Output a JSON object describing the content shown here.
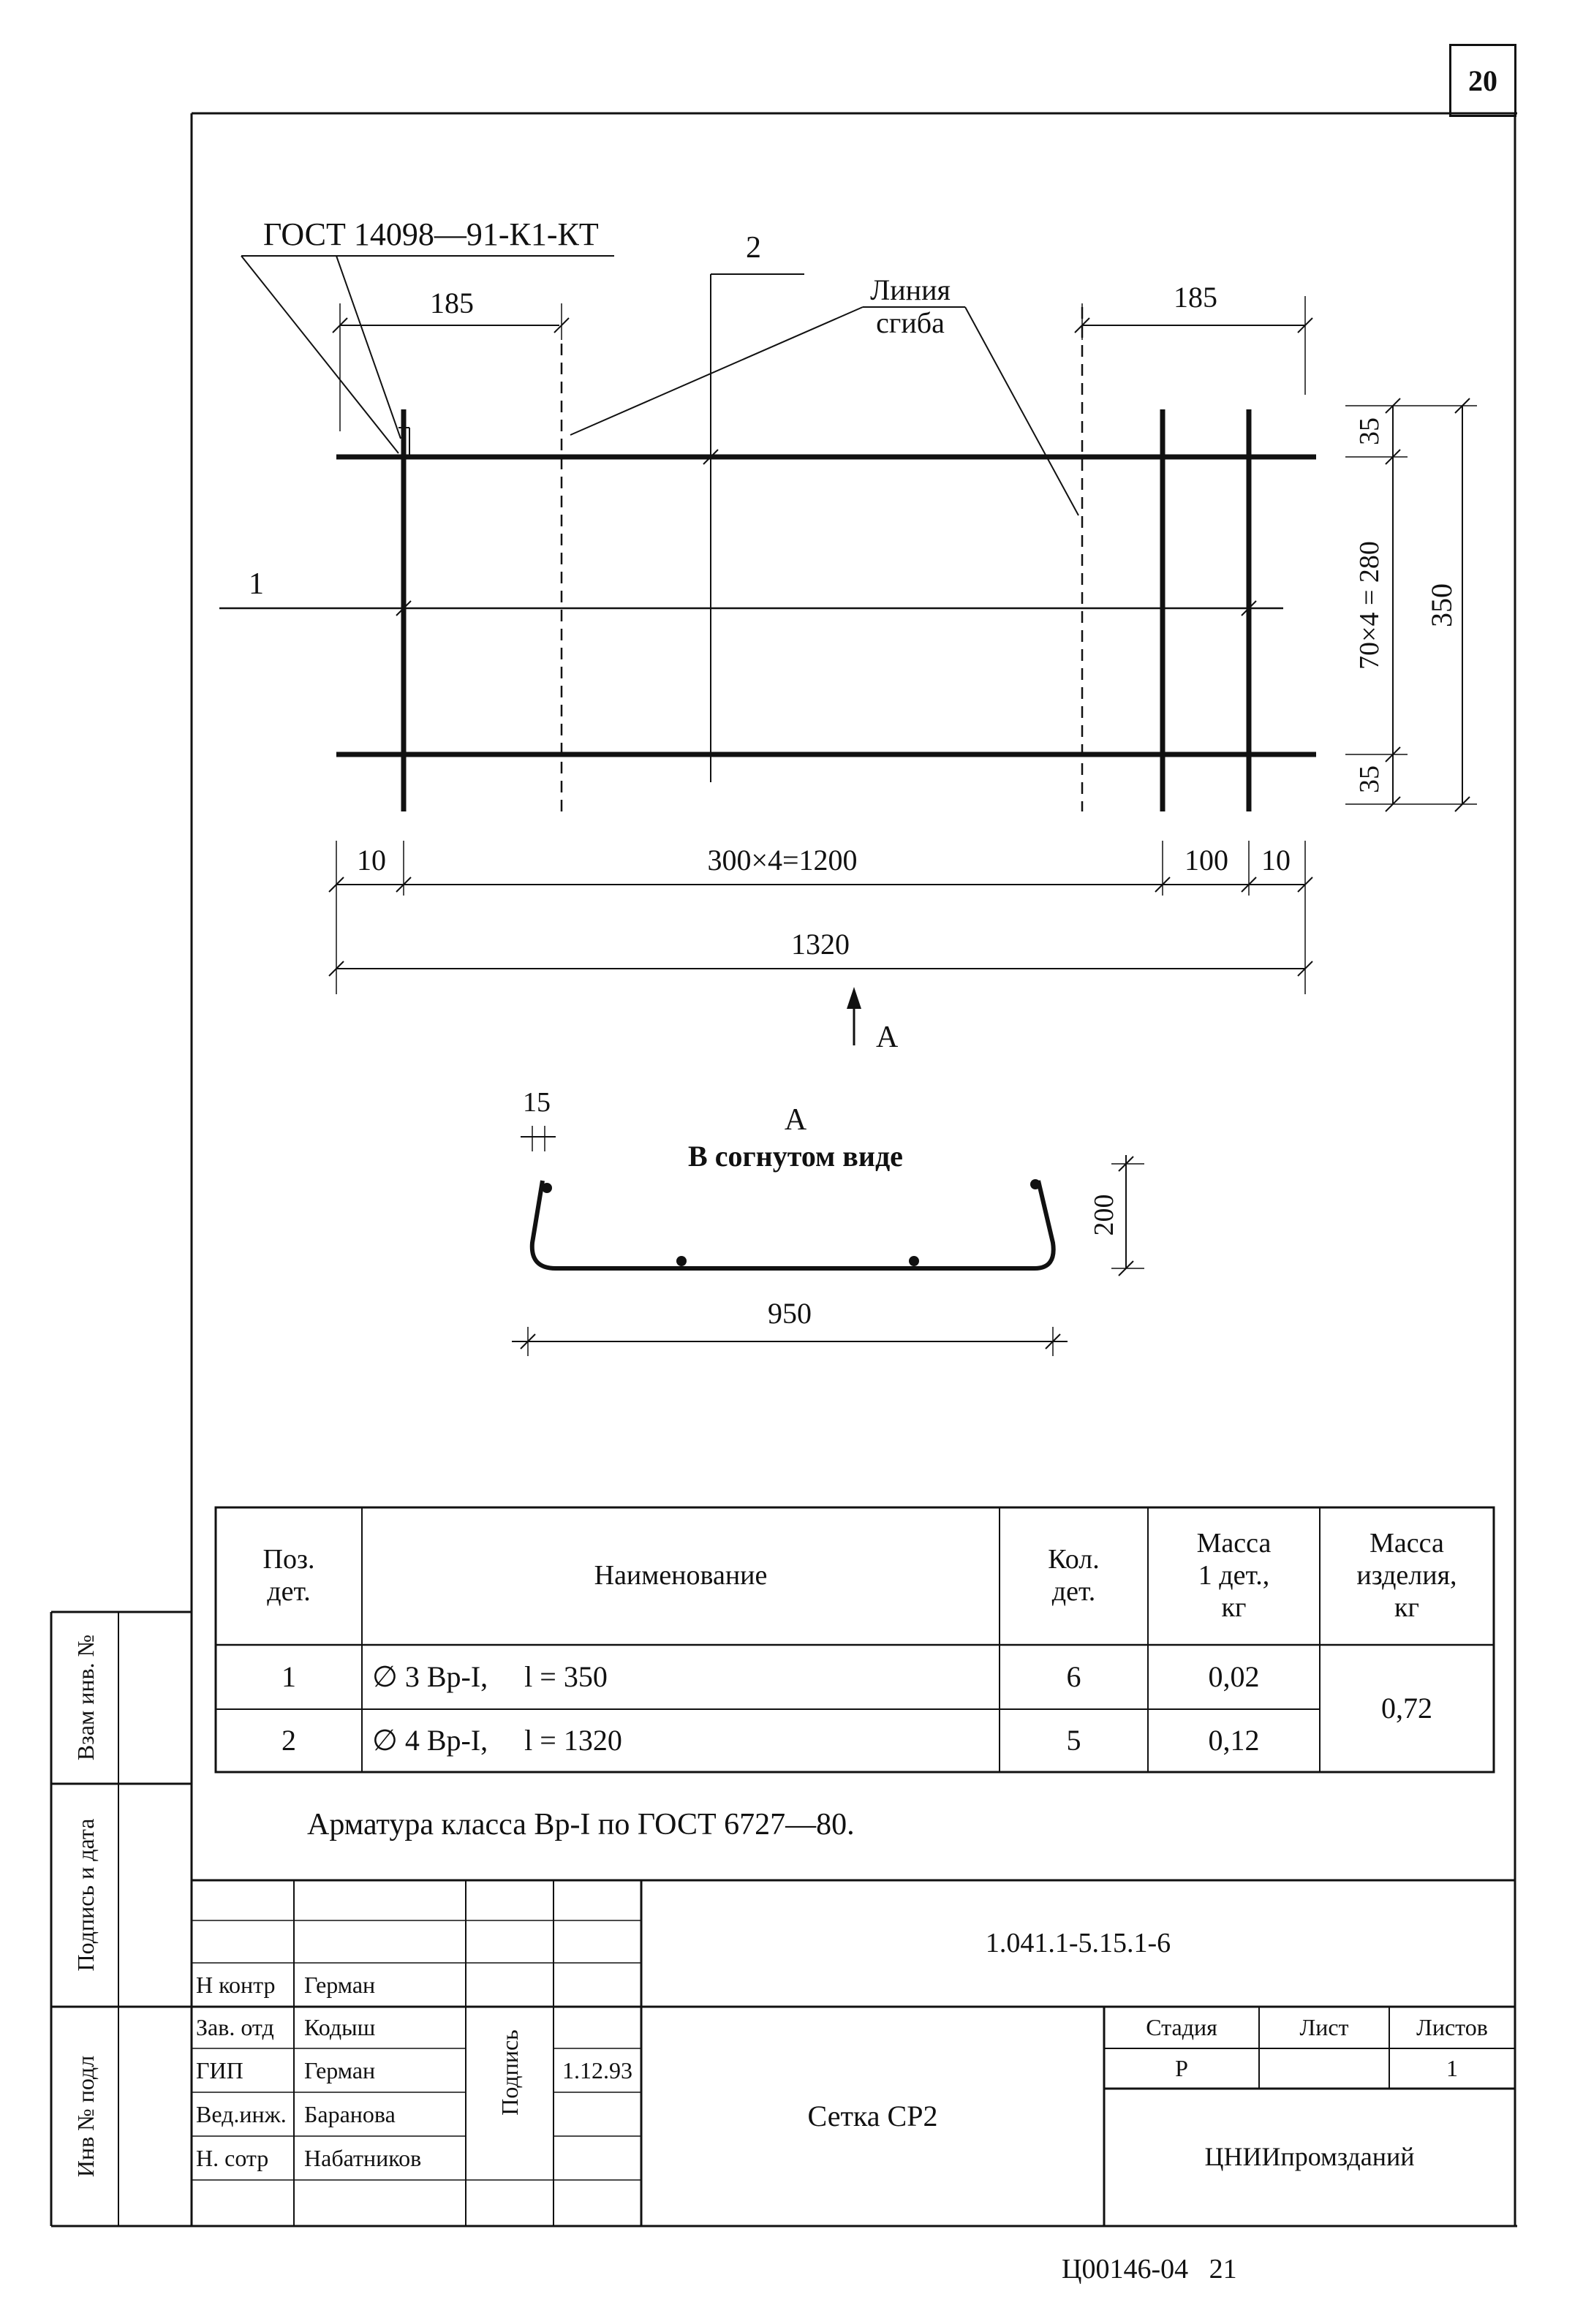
{
  "sheet": {
    "page_number": "20",
    "footer_code": "Ц00146-04   21"
  },
  "drawing": {
    "standard_label": "ГОСТ 14098—91-К1-КТ",
    "bend_line_label": [
      "Линия",
      "сгиба"
    ],
    "pos_1": "1",
    "pos_2": "2",
    "dim_left_185": "185",
    "dim_right_185": "185",
    "dim_35_top": "35",
    "dim_70x4": "70×4 = 280",
    "dim_35_bottom": "35",
    "dim_350": "350",
    "dim_10_left": "10",
    "dim_300x4": "300×4=1200",
    "dim_100": "100",
    "dim_10_right": "10",
    "dim_1320": "1320",
    "view_arrow_label": "А",
    "section_label": "А",
    "section_caption": "В согнутом виде",
    "dim_15": "15",
    "dim_200": "200",
    "dim_950": "950"
  },
  "spec_table": {
    "headers": {
      "pos": [
        "Поз.",
        "дет."
      ],
      "name": "Наименование",
      "qty": [
        "Кол.",
        "дет."
      ],
      "mass_one": [
        "Масса",
        "1 дет.,",
        "кг"
      ],
      "mass_total": [
        "Масса",
        "изделия,",
        "кг"
      ]
    },
    "rows": [
      {
        "pos": "1",
        "name": "∅ 3 Вр-I,",
        "length": "l = 350",
        "qty": "6",
        "mass": "0,02"
      },
      {
        "pos": "2",
        "name": "∅ 4 Вр-I,",
        "length": "l = 1320",
        "qty": "5",
        "mass": "0,12"
      }
    ],
    "total_mass": "0,72"
  },
  "note": "Арматура класса Вр-I по ГОСТ 6727—80.",
  "side_stamp": {
    "vzam": "Взам инв. №",
    "podpis": "Подпись и дата",
    "inv": "Инв № подл"
  },
  "title_block": {
    "designation": "1.041.1-5.15.1-6",
    "roles": [
      {
        "role": "Н контр",
        "name": "Герман"
      },
      {
        "role": "Зав. отд",
        "name": "Кодыш"
      },
      {
        "role": "ГИП",
        "name": "Герман"
      },
      {
        "role": "Вед.инж.",
        "name": "Баранова"
      },
      {
        "role": "Н. сотр",
        "name": "Набатников"
      }
    ],
    "signature_label": "Подпись",
    "date": "1.12.93",
    "item_name": "Сетка СР2",
    "stage_header": "Стадия",
    "sheet_header": "Лист",
    "sheets_header": "Листов",
    "stage_value": "Р",
    "sheet_value": "",
    "sheets_value": "1",
    "organization": "ЦНИИпромзданий"
  }
}
